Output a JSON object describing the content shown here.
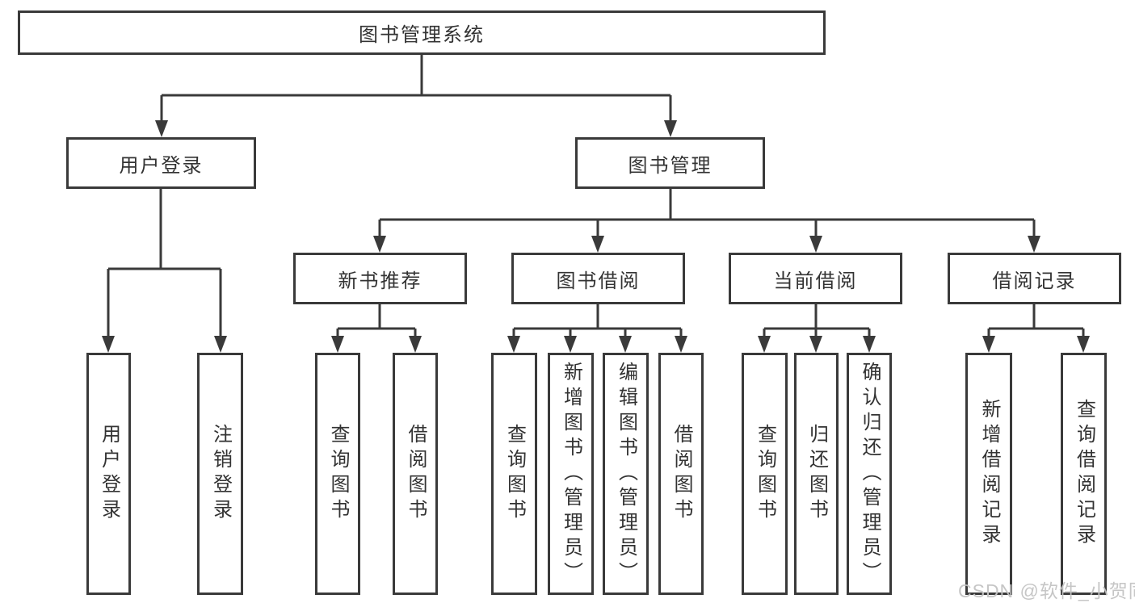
{
  "diagram": {
    "title": "图书管理系统",
    "nodes": {
      "root": {
        "label": "图书管理系统"
      },
      "user_login": {
        "label": "用户登录"
      },
      "book_management": {
        "label": "图书管理"
      },
      "new_book_recommend": {
        "label": "新书推荐"
      },
      "book_borrowing": {
        "label": "图书借阅"
      },
      "current_borrowing": {
        "label": "当前借阅"
      },
      "borrowing_records": {
        "label": "借阅记录"
      },
      "leaf_user_login": {
        "label": "用户登录"
      },
      "leaf_logout": {
        "label": "注销登录"
      },
      "leaf_rec_query_books": {
        "label": "查询图书"
      },
      "leaf_rec_borrow_books": {
        "label": "借阅图书"
      },
      "leaf_bor_query_books": {
        "label": "查询图书"
      },
      "leaf_bor_add_books": {
        "label": "新增图书（管理员）"
      },
      "leaf_bor_edit_books": {
        "label": "编辑图书（管理员）"
      },
      "leaf_bor_borrow_books": {
        "label": "借阅图书"
      },
      "leaf_cur_query_books": {
        "label": "查询图书"
      },
      "leaf_cur_return_books": {
        "label": "归还图书"
      },
      "leaf_cur_confirm_return": {
        "label": "确认归还（管理员）"
      },
      "leaf_rec_add_record": {
        "label": "新增借阅记录"
      },
      "leaf_rec_query_record": {
        "label": "查询借阅记录"
      }
    },
    "hierarchy": {
      "图书管理系统": {
        "用户登录": [
          "用户登录",
          "注销登录"
        ],
        "图书管理": {
          "新书推荐": [
            "查询图书",
            "借阅图书"
          ],
          "图书借阅": [
            "查询图书",
            "新增图书（管理员）",
            "编辑图书（管理员）",
            "借阅图书"
          ],
          "当前借阅": [
            "查询图书",
            "归还图书",
            "确认归还（管理员）"
          ],
          "借阅记录": [
            "新增借阅记录",
            "查询借阅记录"
          ]
        }
      }
    },
    "watermark": "CSDN @软件_小贺同学",
    "colors": {
      "line": "#3a3a3a",
      "box_border": "#3a3a3a",
      "text": "#333333",
      "watermark": "#c3c3c3",
      "background": "#ffffff"
    }
  }
}
